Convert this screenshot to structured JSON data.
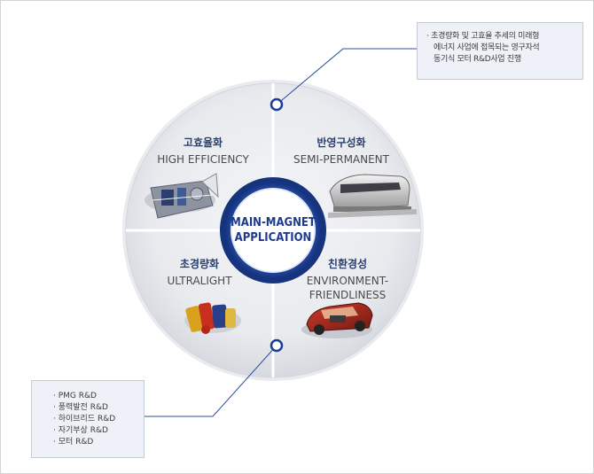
{
  "center": {
    "line1": "MAIN-MAGNET",
    "line2": "APPLICATION"
  },
  "quadrants": [
    {
      "id": "top-left",
      "kr": "고효율화",
      "en": [
        "HIGH EFFICIENCY"
      ],
      "image": "wind-turbine-nacelle"
    },
    {
      "id": "top-right",
      "kr": "반영구성화",
      "en": [
        "SEMI-PERMANENT"
      ],
      "image": "maglev-train"
    },
    {
      "id": "bottom-left",
      "kr": "초경량화",
      "en": [
        "ULTRALIGHT"
      ],
      "image": "motor-magnet-components"
    },
    {
      "id": "bottom-right",
      "kr": "친환경성",
      "en": [
        "ENVIRONMENT-",
        "FRIENDLINESS"
      ],
      "image": "hybrid-car-cutaway"
    }
  ],
  "callout_top": {
    "lines": [
      "· 초경량화 및 고효율 추세의 미래형",
      "에너지 사업에 접목되는 영구자석",
      "동기식 모터 R&D사업 진행"
    ]
  },
  "callout_bottom": {
    "items": [
      "· PMG R&D",
      "· 풍력발전 R&D",
      "· 하이브리드 R&D",
      "· 자기부상 R&D",
      "· 모터 R&D"
    ]
  },
  "colors": {
    "ring": "#1c3f94",
    "ring_light": "#dfe6f3",
    "disc": "#e6e9ee",
    "connector": "#2c4c9c",
    "box_bg": "#eef1f7"
  }
}
